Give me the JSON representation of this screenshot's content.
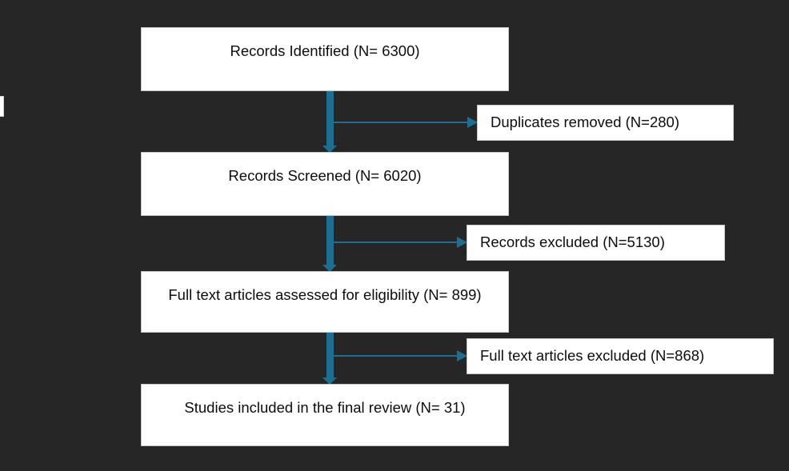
{
  "diagram": {
    "type": "prisma-flow-diagram",
    "background_color": "#262626",
    "box_color": "#ffffff",
    "connector_color": "#1d6e91",
    "text_color": "#0d0d0d",
    "main_boxes": [
      {
        "id": "records-identified",
        "label": "Records Identified (N= 6300)",
        "count": 6300
      },
      {
        "id": "records-screened",
        "label": "Records Screened (N= 6020)",
        "count": 6020
      },
      {
        "id": "full-text-assessed",
        "label": "Full text articles assessed for eligibility (N= 899)",
        "count": 899
      },
      {
        "id": "studies-included",
        "label": "Studies included in the final review (N= 31)",
        "count": 31
      }
    ],
    "side_boxes": [
      {
        "id": "duplicates-removed",
        "label": "Duplicates removed (N=280)",
        "count": 280
      },
      {
        "id": "records-excluded",
        "label": "Records excluded (N=5130)",
        "count": 5130
      },
      {
        "id": "full-text-excluded",
        "label": "Full text articles excluded (N=868)",
        "count": 868
      }
    ]
  }
}
